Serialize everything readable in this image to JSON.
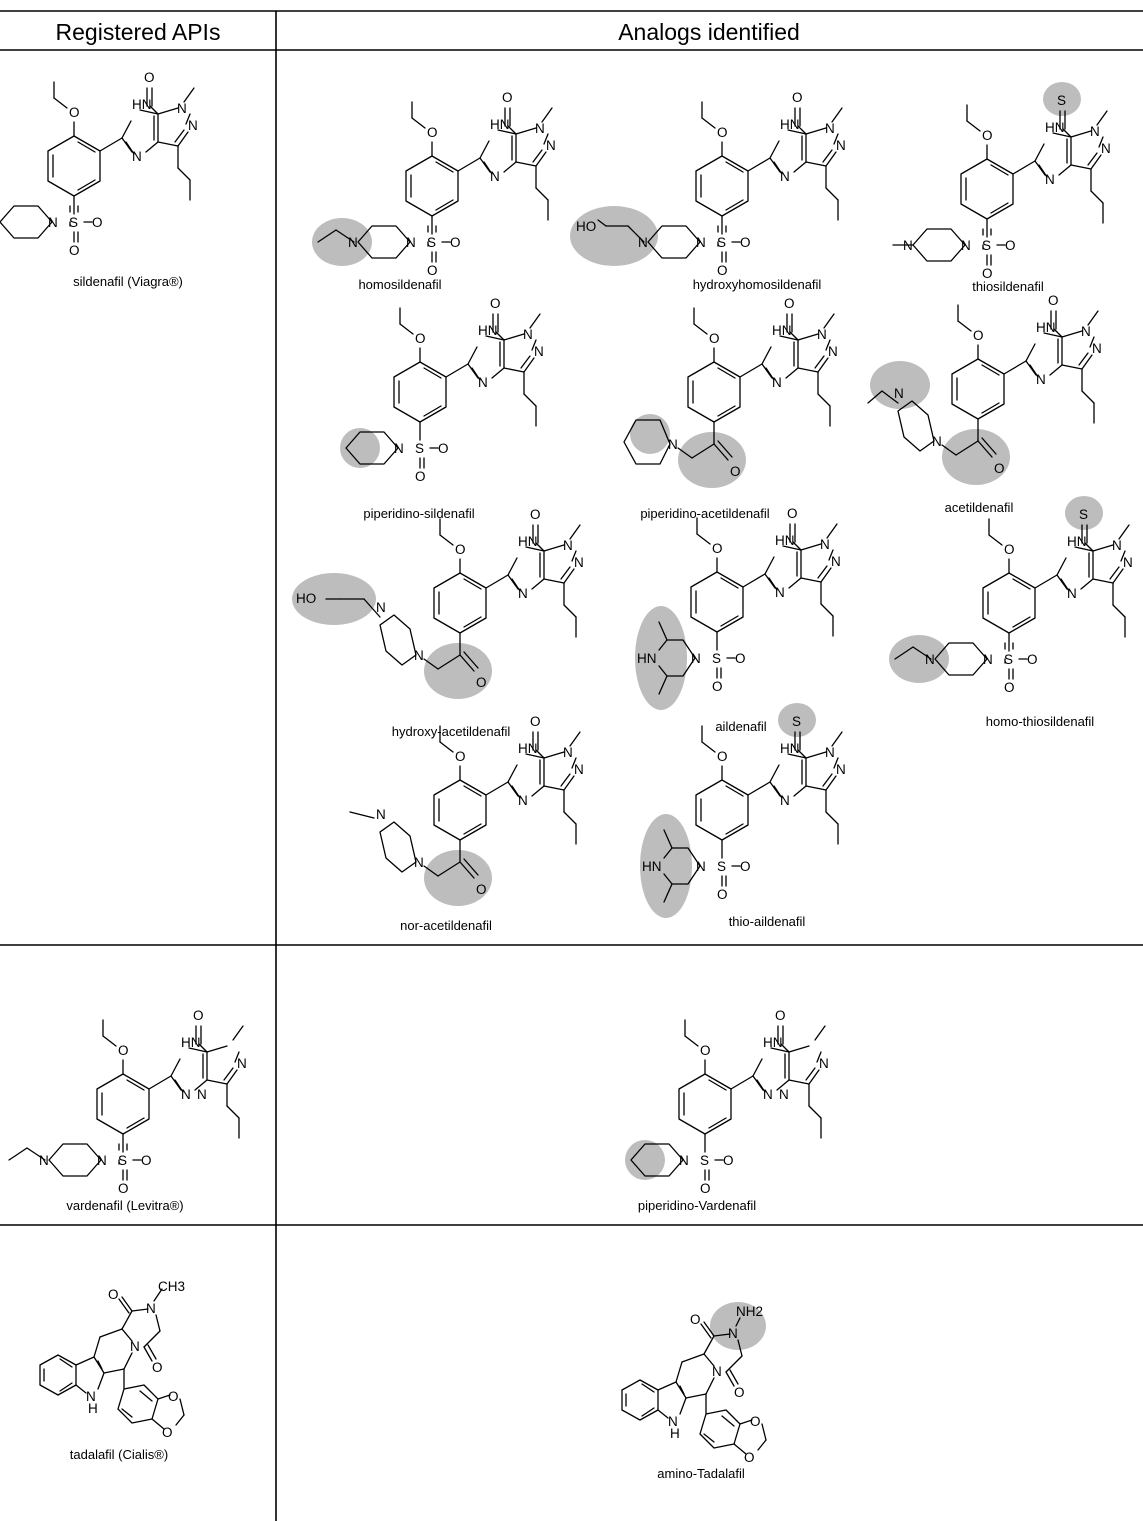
{
  "table": {
    "header_left": "Registered APIs",
    "header_right": "Analogs identified"
  },
  "structures": [
    {
      "id": "sildenafil",
      "caption": "sildenafil (Viagra®)"
    },
    {
      "id": "homosildenafil",
      "caption": "homosildenafil"
    },
    {
      "id": "hydroxyhomosildenafil",
      "caption": "hydroxyhomosildenafil"
    },
    {
      "id": "thiosildenafil",
      "caption": "thiosildenafil"
    },
    {
      "id": "piperidino-sildenafil",
      "caption": "piperidino-sildenafil"
    },
    {
      "id": "piperidino-acetildenafil",
      "caption": "piperidino-acetildenafil"
    },
    {
      "id": "acetildenafil",
      "caption": "acetildenafil"
    },
    {
      "id": "hydroxy-acetildenafil",
      "caption": "hydroxy-acetildenafil"
    },
    {
      "id": "aildenafil",
      "caption": "aildenafil"
    },
    {
      "id": "homo-thiosildenafil",
      "caption": "homo-thiosildenafil"
    },
    {
      "id": "nor-acetildenafil",
      "caption": "nor-acetildenafil"
    },
    {
      "id": "thio-aildenafil",
      "caption": "thio-aildenafil"
    },
    {
      "id": "vardenafil",
      "caption": "vardenafil (Levitra®)"
    },
    {
      "id": "piperidino-vardenafil",
      "caption": "piperidino-Vardenafil"
    },
    {
      "id": "tadalafil",
      "caption": "tadalafil (Cialis®)"
    },
    {
      "id": "amino-tadalafil",
      "caption": "amino-Tadalafil"
    }
  ],
  "atoms": {
    "O": "O",
    "S": "S",
    "N": "N",
    "HN": "HN",
    "HO": "HO",
    "H": "H",
    "NH2": "NH2",
    "CH3": "CH3"
  },
  "highlight_color": "#bdbdbd"
}
